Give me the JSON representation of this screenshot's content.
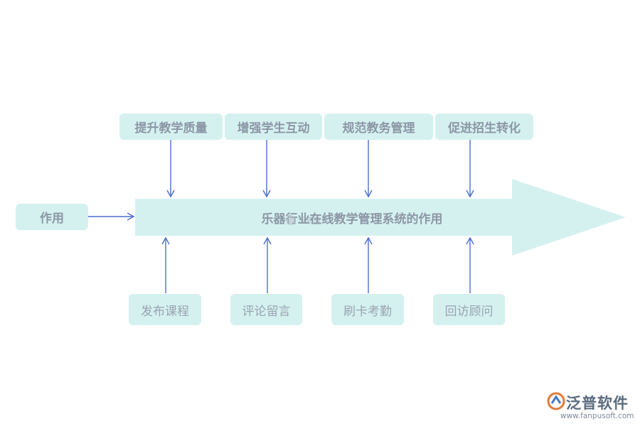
{
  "main": {
    "title": "乐器行业在线教学管理系统的作用"
  },
  "left": {
    "label": "作用"
  },
  "top_items": [
    {
      "label": "提升教学质量"
    },
    {
      "label": "增强学生互动"
    },
    {
      "label": "规范教务管理"
    },
    {
      "label": "促进招生转化"
    }
  ],
  "bottom_items": [
    {
      "label": "发布课程"
    },
    {
      "label": "评论留言"
    },
    {
      "label": "刷卡考勤"
    },
    {
      "label": "回访顾问"
    }
  ],
  "watermark": {
    "text": "泛普软件"
  },
  "logo": {
    "name": "泛普软件",
    "url": "www.fanpusoft.com"
  },
  "colors": {
    "box_fill": "#d4f1ef",
    "arrow_fill": "#d4f1ef",
    "connector": "#4a6fcf",
    "text": "#8d96a6"
  }
}
